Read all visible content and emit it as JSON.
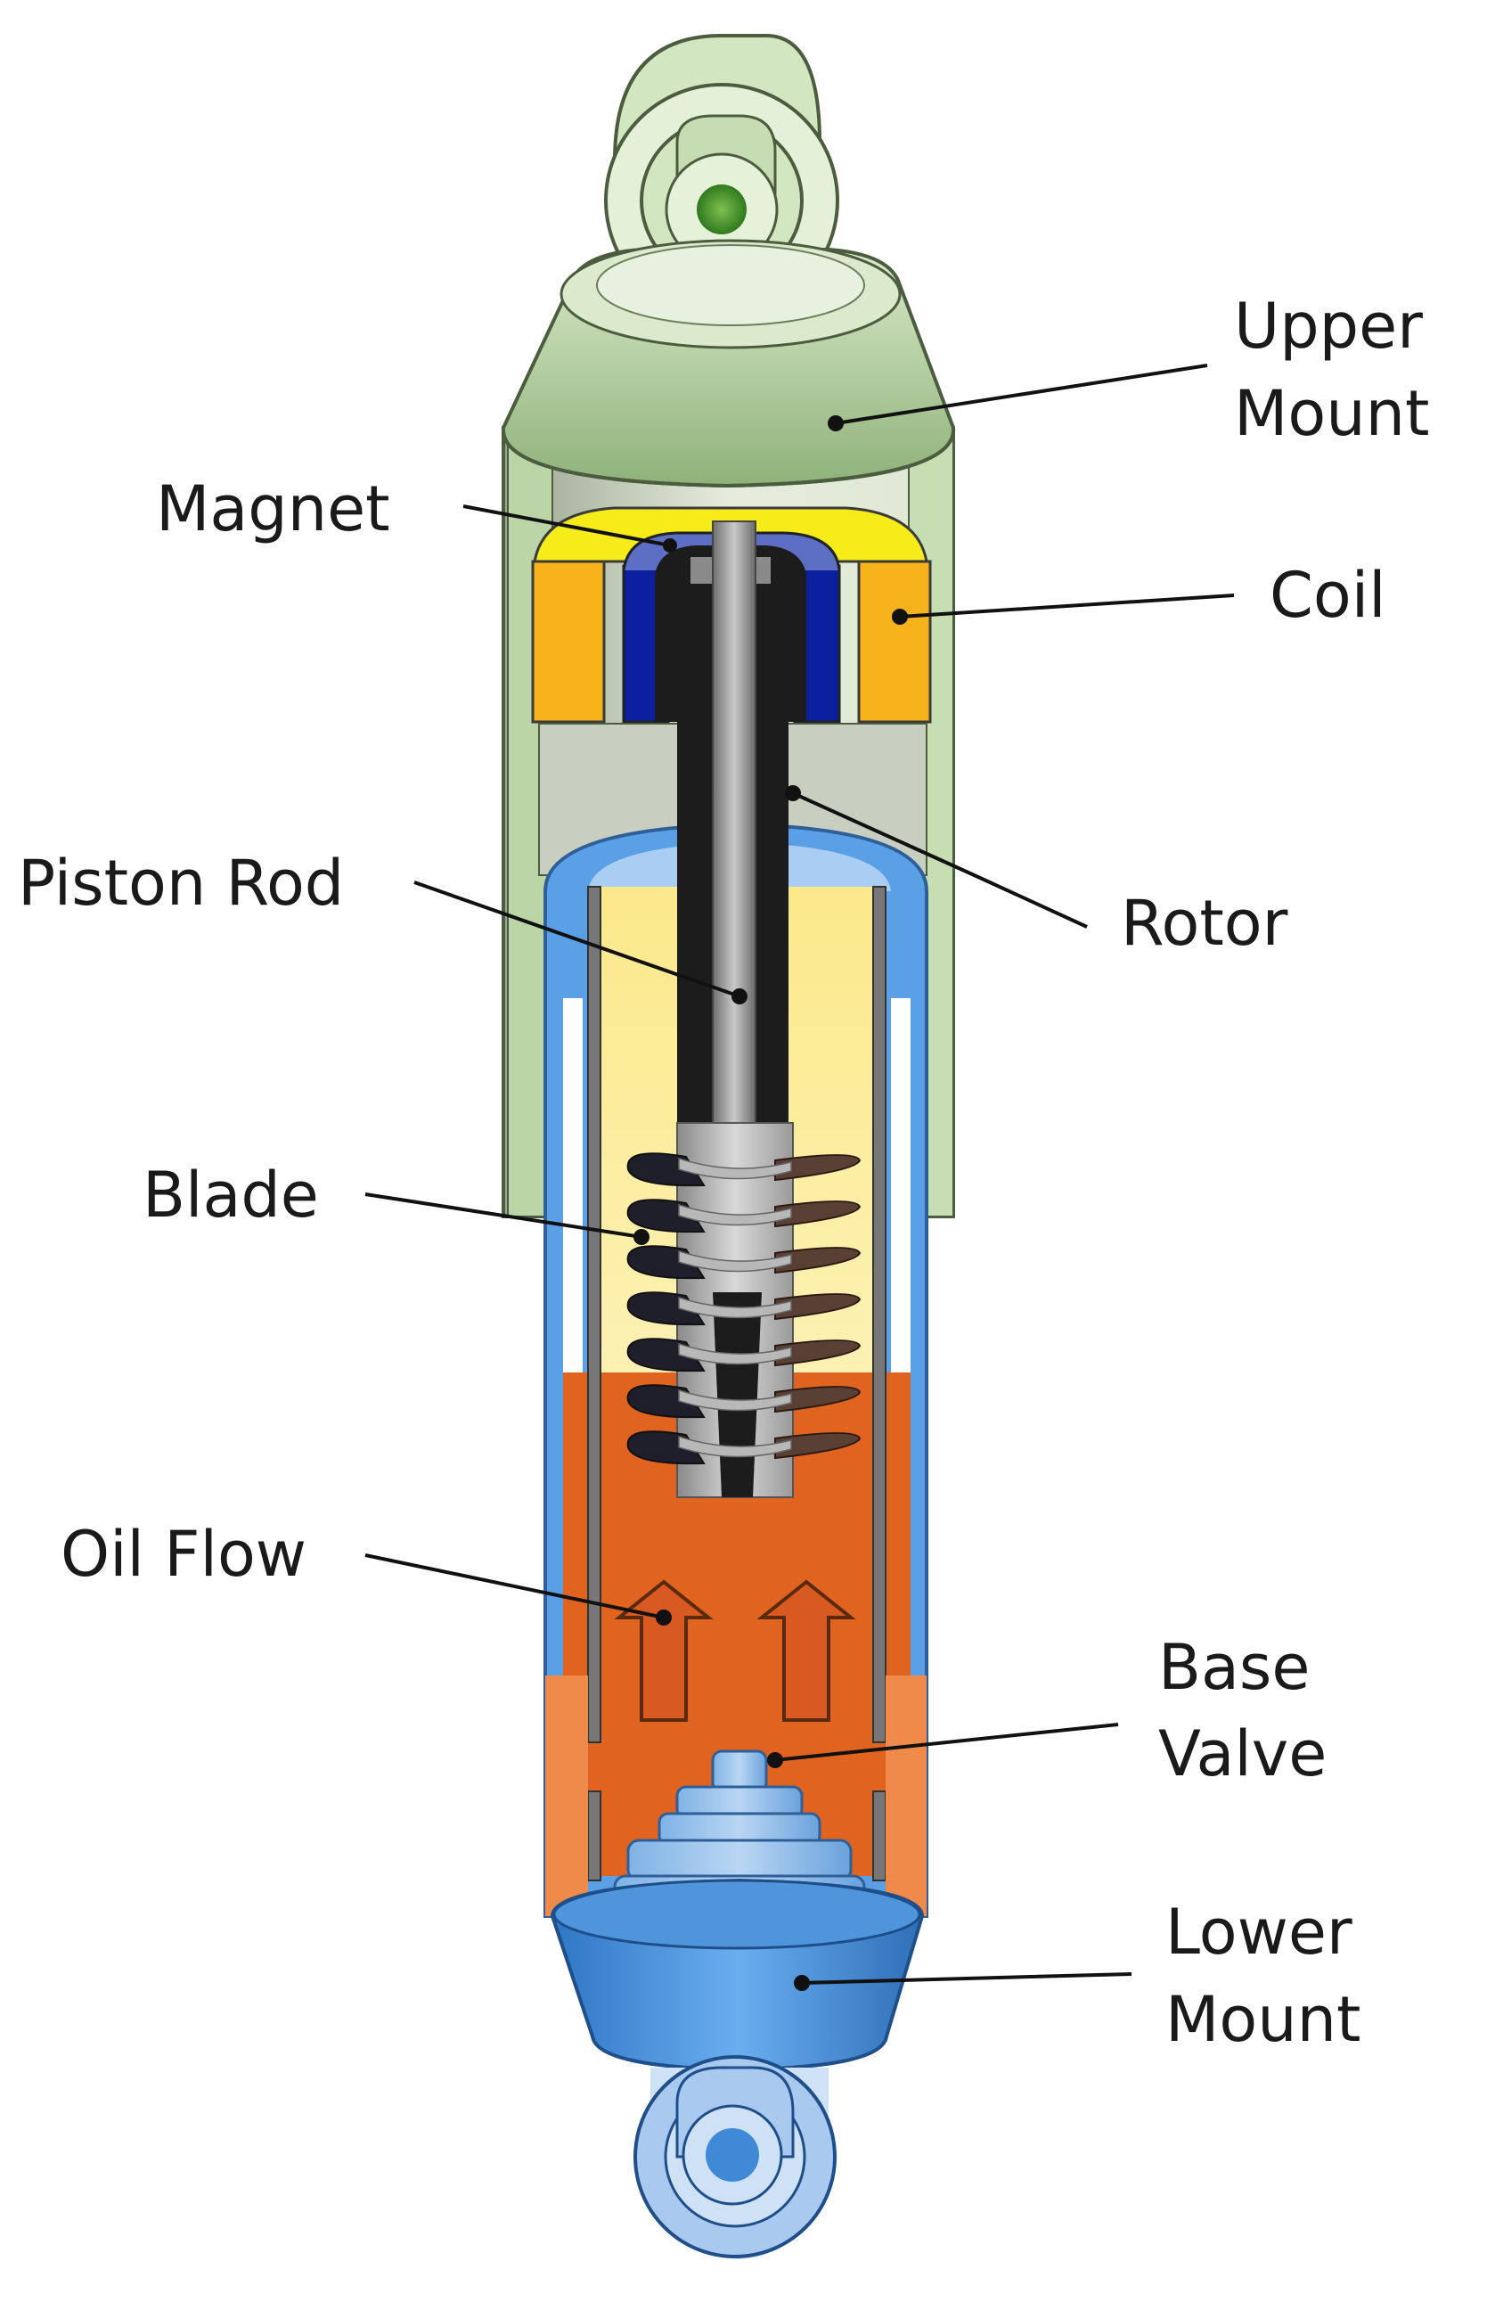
{
  "diagram": {
    "labels": {
      "upper_mount": [
        "Upper",
        "Mount"
      ],
      "magnet": "Magnet",
      "coil": "Coil",
      "rotor": "Rotor",
      "piston_rod": "Piston Rod",
      "blade": "Blade",
      "oil_flow": "Oil Flow",
      "base_valve": [
        "Base",
        "Valve"
      ],
      "lower_mount": [
        "Lower",
        "Mount"
      ]
    },
    "colors": {
      "mount_green": "#a9c896",
      "mount_green_light": "#d6e8c8",
      "coil_orange": "#f7b21c",
      "coil_top_yellow": "#f6ec1a",
      "magnet_blue": "#0c1f9e",
      "rotor_black": "#1c1c1c",
      "rod_gray": "#8f8f8f",
      "tube_blue": "#5aa0e6",
      "oil_yellow": "#fbe98a",
      "oil_orange": "#e0631f",
      "lower_mount_blue": "#3f89d6"
    }
  }
}
